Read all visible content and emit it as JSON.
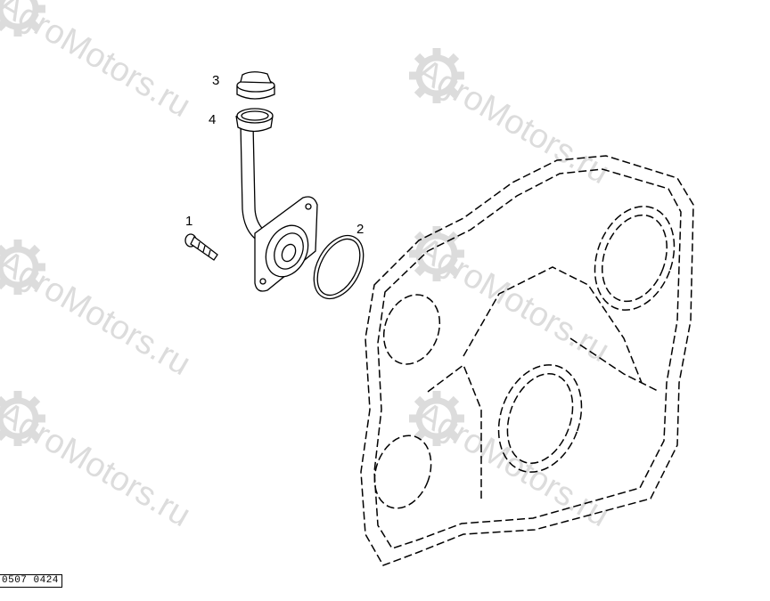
{
  "diagram": {
    "watermark": "AgroMotors.ru",
    "callouts": [
      {
        "id": "1",
        "label": "1"
      },
      {
        "id": "2",
        "label": "2"
      },
      {
        "id": "3",
        "label": "3"
      },
      {
        "id": "4",
        "label": "4"
      }
    ],
    "drawing_code": "0507 0424"
  }
}
